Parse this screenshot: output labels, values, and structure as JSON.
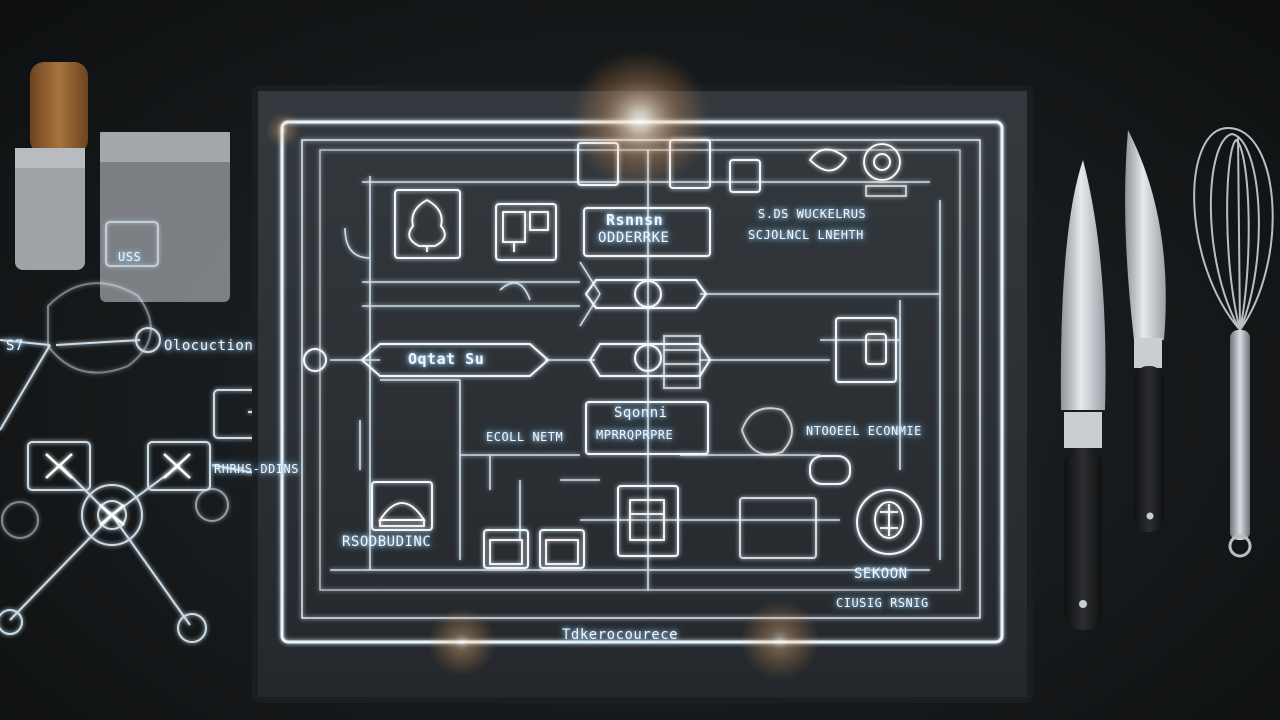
{
  "scene": {
    "description_free": true,
    "colors": {
      "background": "#171a1c",
      "slate": "#2b2f33",
      "glow": "#dff2ff",
      "warm_glow": "#ffb070",
      "steel": "#b9bec4",
      "handle_black": "#1a1a1c",
      "wood": "#8a5a2b"
    },
    "board_labels": {
      "top_box_line1": "Rsnnsn",
      "top_box_line2": "ODDERRKE",
      "top_right_line1": "S.DS WUCKELRUS",
      "top_right_line2": "SCJOLNCL LNEHTH",
      "mid_pill": "Oqtat  Su",
      "center_box_line1": "Sqonni",
      "center_box_line2": "MPRRQPRPRE",
      "left_mid_label": "ECOLL NETM",
      "right_mid_label": "NTOOEEL ECONMIE",
      "bottom_left_label": "RSODBUDINC",
      "bottom_right_label": "SEKOON",
      "bottom_right_small": "CIUSIG RSNIG",
      "footer_label": "Tdkerocourece"
    },
    "side_labels": {
      "left_box_label": "USS",
      "left_node_label": "Olocuction",
      "left_small_label": "RHRHS-DDINS",
      "left_node_small": "S7"
    },
    "icons": [
      "tree-icon",
      "blender-icon",
      "fork-knife-icon",
      "bread-icon",
      "chef-hat-icon",
      "whisk-icon",
      "knife-icon",
      "gear-icon"
    ]
  }
}
